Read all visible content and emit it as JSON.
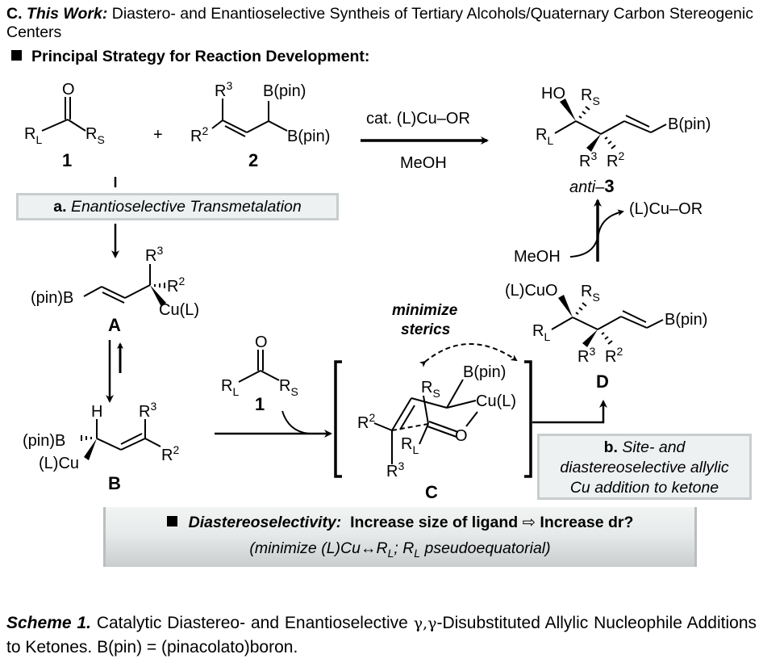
{
  "header": {
    "label_prefix": "C.",
    "label_emph": "This Work:",
    "title": "Diastero- and Enantioselective Syntheis of Tertiary Alcohols/Quaternary Carbon Stereogenic Centers",
    "strategy": "Principal Strategy for Reaction Development:"
  },
  "compounds": {
    "ketone_1": {
      "number": "1",
      "O": "O",
      "RL": "R",
      "RL_sub": "L",
      "RS": "R",
      "RS_sub": "S"
    },
    "plus": "+",
    "diboron_2": {
      "number": "2",
      "R3": "R",
      "R3_sup": "3",
      "R2": "R",
      "R2_sup": "2",
      "Bpin_top": "B(pin)",
      "Bpin_right": "B(pin)"
    },
    "product_3": {
      "prefix": "anti",
      "dash": "–",
      "number": "3",
      "HO": "HO",
      "RS": "R",
      "RS_sub": "S",
      "RL": "R",
      "RL_sub": "L",
      "R3": "R",
      "R3_sup": "3",
      "R2": "R",
      "R2_sup": "2",
      "Bpin": "B(pin)"
    },
    "int_A": {
      "label": "A",
      "pinB": "(pin)B",
      "R3": "R",
      "R3_sup": "3",
      "R2": "R",
      "R2_sup": "2",
      "CuL": "Cu(L)"
    },
    "int_B": {
      "label": "B",
      "H": "H",
      "pinB": "(pin)B",
      "LCu": "(L)Cu",
      "R3": "R",
      "R3_sup": "3",
      "R2": "R",
      "R2_sup": "2"
    },
    "ketone_1b": {
      "number": "1",
      "O": "O",
      "RL": "R",
      "RL_sub": "L",
      "RS": "R",
      "RS_sub": "S"
    },
    "ts_C": {
      "label": "C",
      "Bpin": "B(pin)",
      "RS": "R",
      "RS_sub": "S",
      "CuL": "Cu(L)",
      "R2": "R",
      "R2_sup": "2",
      "O": "O",
      "RL": "R",
      "RL_sub": "L",
      "R3": "R",
      "R3_sup": "3",
      "note_line1": "minimize",
      "note_line2": "sterics"
    },
    "int_D": {
      "label": "D",
      "LCuO": "(L)CuO",
      "RS": "R",
      "RS_sub": "S",
      "RL": "R",
      "RL_sub": "L",
      "R3": "R",
      "R3_sup": "3",
      "R2": "R",
      "R2_sup": "2",
      "Bpin": "B(pin)"
    }
  },
  "reaction": {
    "catalyst": "cat. (L)Cu–OR",
    "solvent": "MeOH",
    "meoh_in": "MeOH",
    "catalyst_out": "(L)Cu–OR"
  },
  "steps": {
    "a_letter": "a.",
    "a_text": "Enantioselective Transmetalation",
    "b_letter": "b.",
    "b_line1": "Site- and",
    "b_line2": "diastereoselective allylic",
    "b_line3": "Cu addition to ketone"
  },
  "diastereoselectivity": {
    "label": "Diastereoselectivity:",
    "text": "Increase size of ligand",
    "arrow": "⇨",
    "result": "Increase dr?",
    "note_pre": "(minimize (L)Cu",
    "note_arrow": "↔",
    "note_RL": "R",
    "note_sub": "L",
    "note_mid": "; R",
    "note_sub2": "L",
    "note_post": " pseudoequatorial)"
  },
  "caption": {
    "scheme": "Scheme 1.",
    "text_pre": " Catalytic Diastereo- and Enantioselective ",
    "greek": "γ,γ",
    "text_post": "-Disubstituted Allylic Nucleophile Additions to Ketones. B(pin) = (pinacolato)boron."
  }
}
